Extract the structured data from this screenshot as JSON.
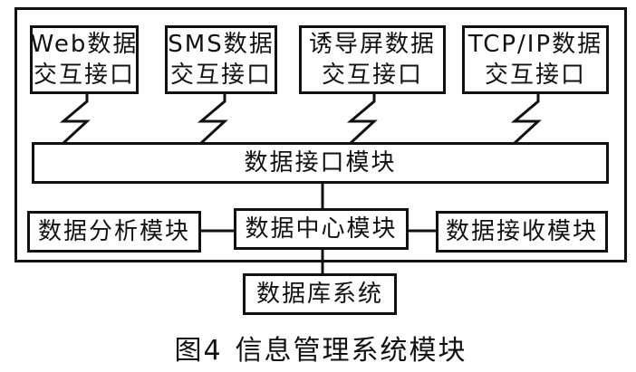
{
  "diagram": {
    "interfaces": [
      {
        "line1": "Web数据",
        "line2": "交互接口"
      },
      {
        "line1": "SMS数据",
        "line2": "交互接口"
      },
      {
        "line1": "诱导屏数据",
        "line2": "交互接口"
      },
      {
        "line1": "TCP/IP数据",
        "line2": "交互接口"
      }
    ],
    "interface_module": "数据接口模块",
    "analysis_module": "数据分析模块",
    "center_module": "数据中心模块",
    "receive_module": "数据接收模块",
    "database": "数据库系统"
  },
  "caption": {
    "figure": "图4",
    "title": "信息管理系统模块"
  }
}
